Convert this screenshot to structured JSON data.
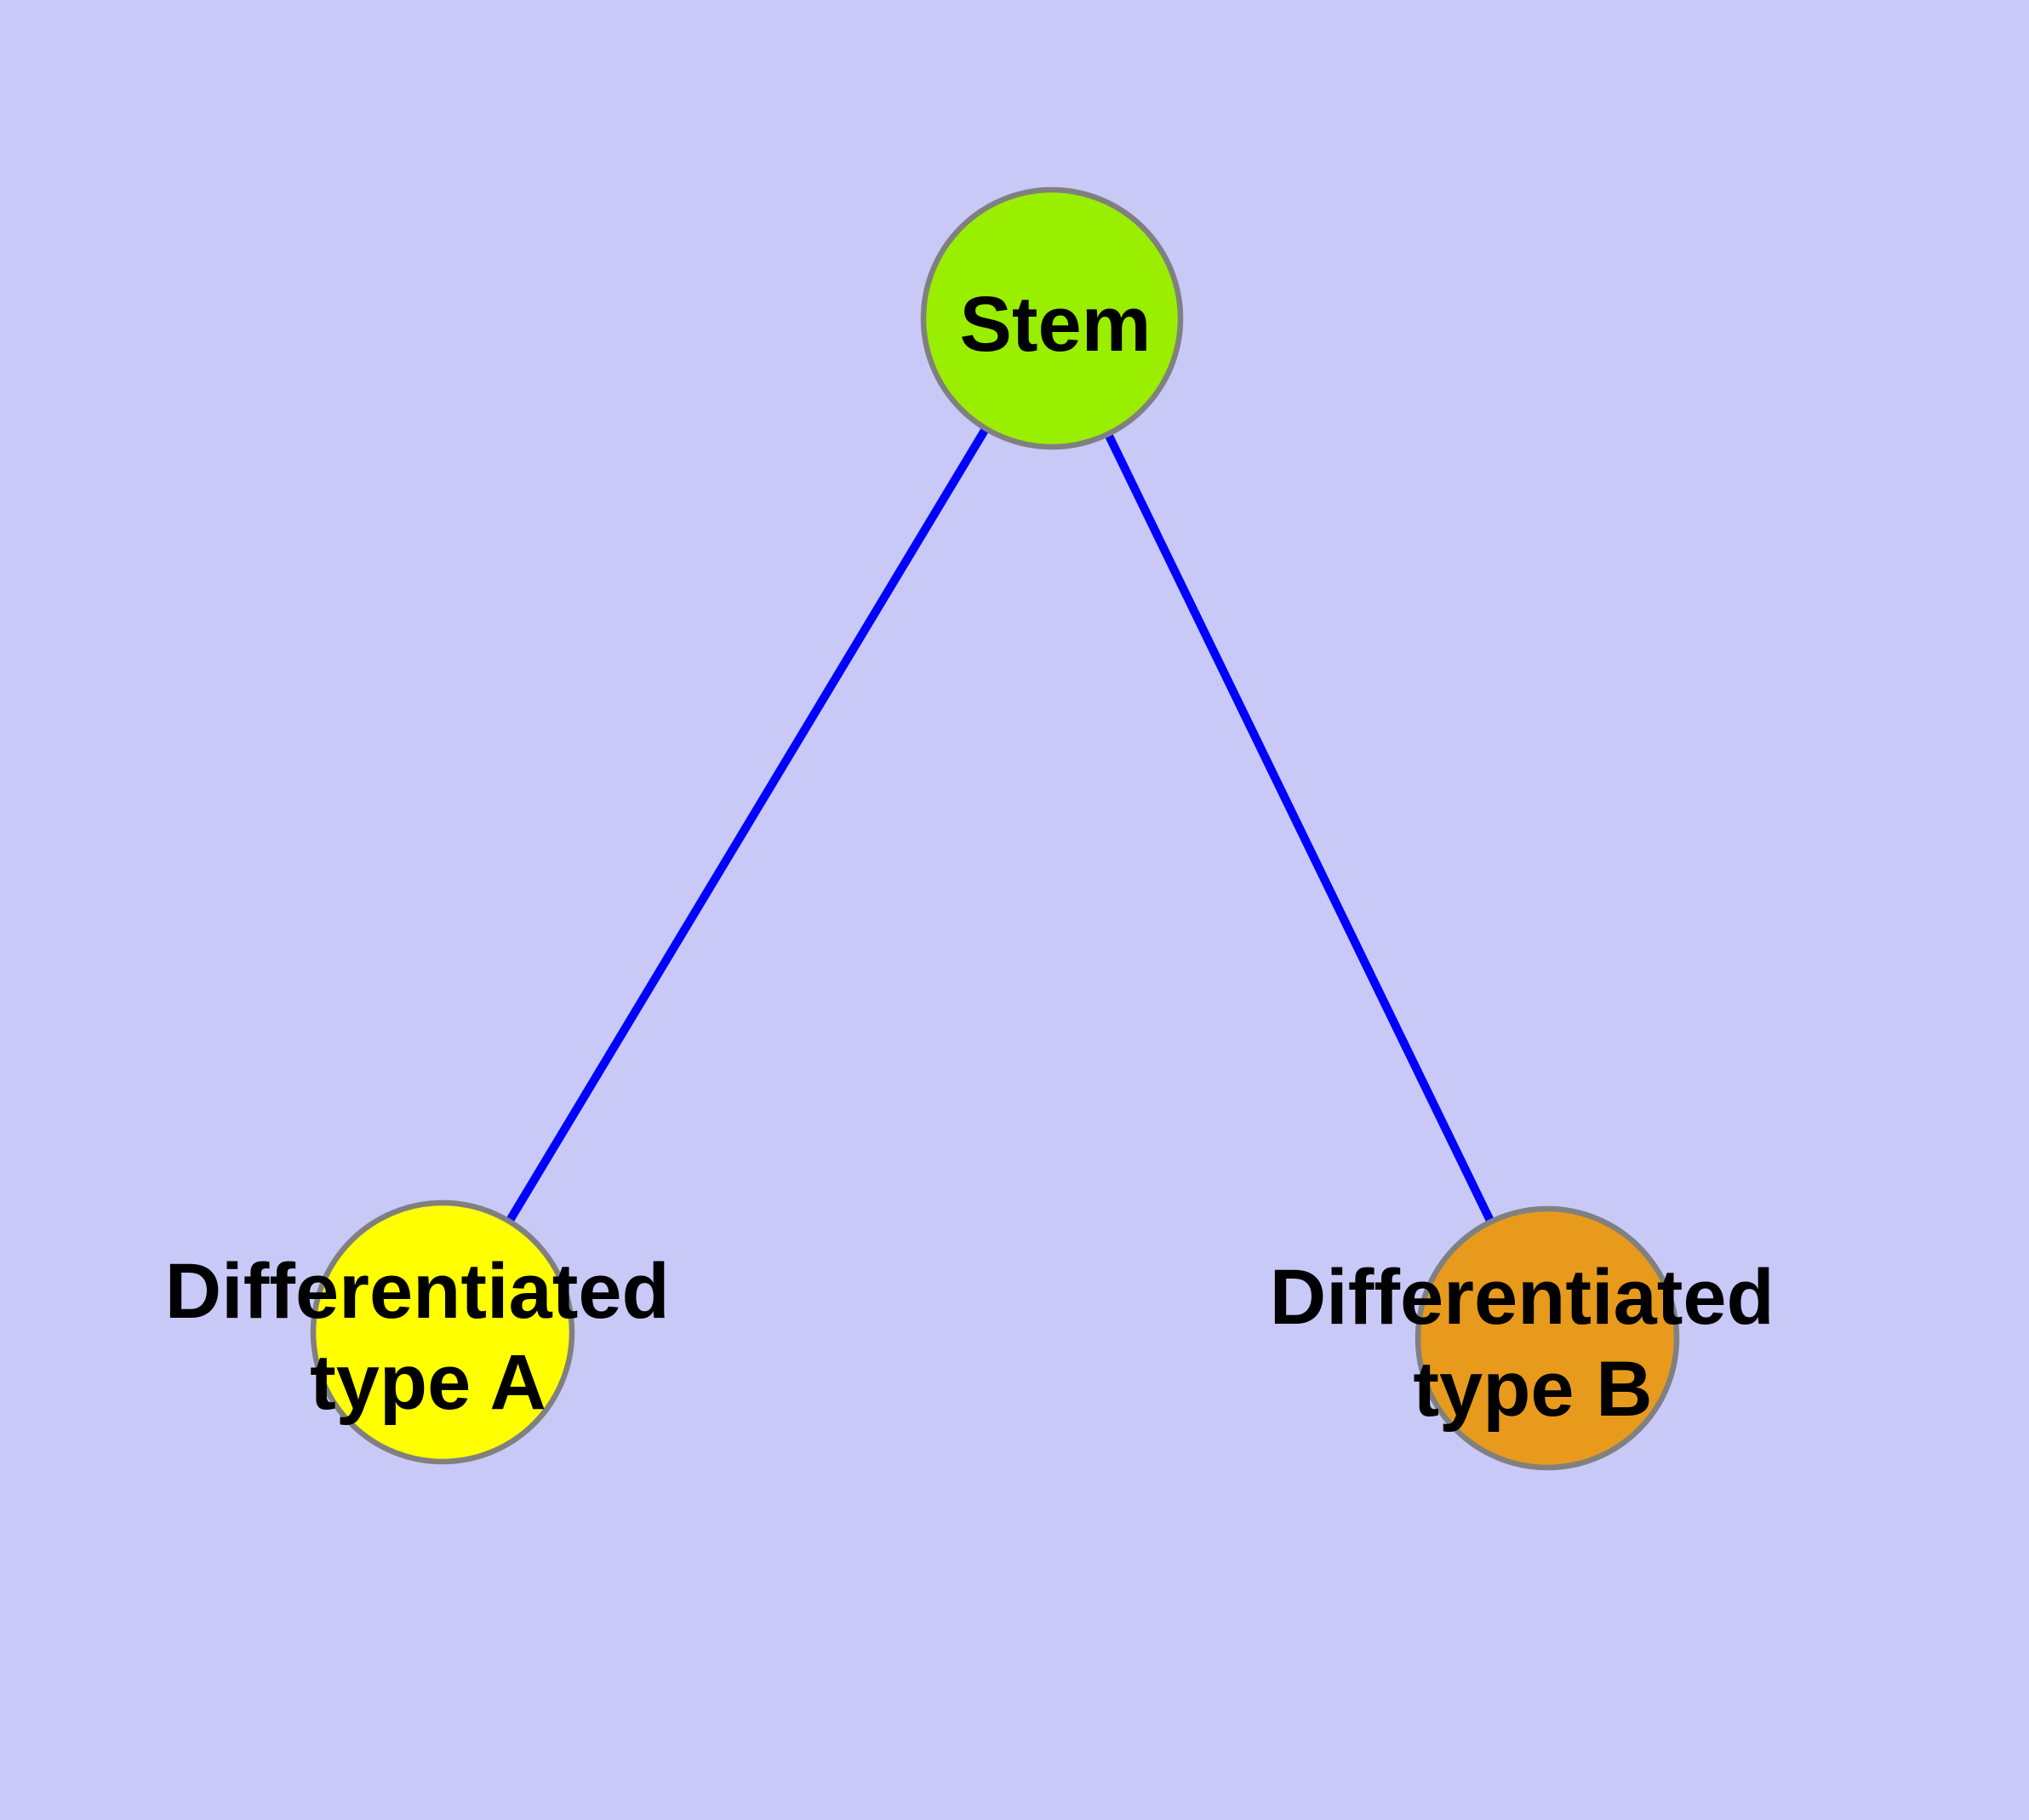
{
  "diagram": {
    "background_color": "#C9C9F8",
    "edge_color": "#0000FF",
    "node_border_color": "#808080",
    "label_color": "#000000",
    "nodes": {
      "stem": {
        "label": "Stem",
        "fill": "#9AEE00"
      },
      "type_a": {
        "label_line1": "Differentiated",
        "label_line2": "type A",
        "fill": "#FFFF00"
      },
      "type_b": {
        "label_line1": "Differentiated",
        "label_line2": "type B",
        "fill": "#E89A1D"
      }
    }
  }
}
